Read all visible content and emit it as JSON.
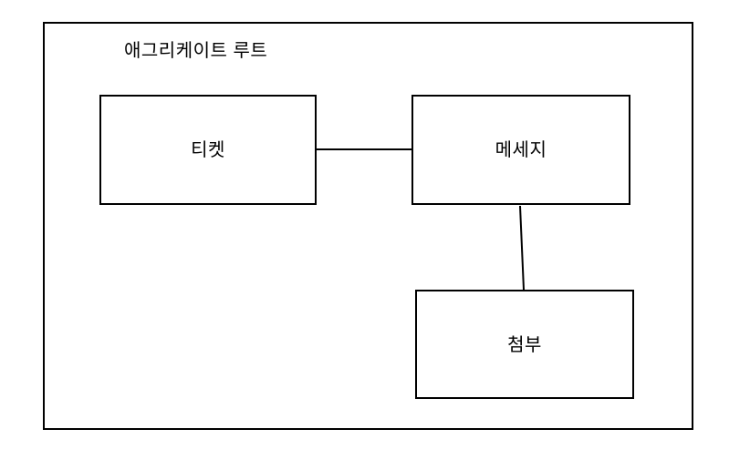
{
  "diagram": {
    "title": "애그리케이트 루트",
    "nodes": {
      "ticket": {
        "label": "티켓"
      },
      "message": {
        "label": "메세지"
      },
      "attachment": {
        "label": "첨부"
      }
    },
    "edges": [
      {
        "from": "티켓",
        "to": "메세지",
        "style": "plain-line"
      },
      {
        "from": "메세지",
        "to": "첨부",
        "style": "plain-line"
      }
    ],
    "colors": {
      "border": "#000000",
      "text": "#000000",
      "background": "#ffffff"
    }
  }
}
